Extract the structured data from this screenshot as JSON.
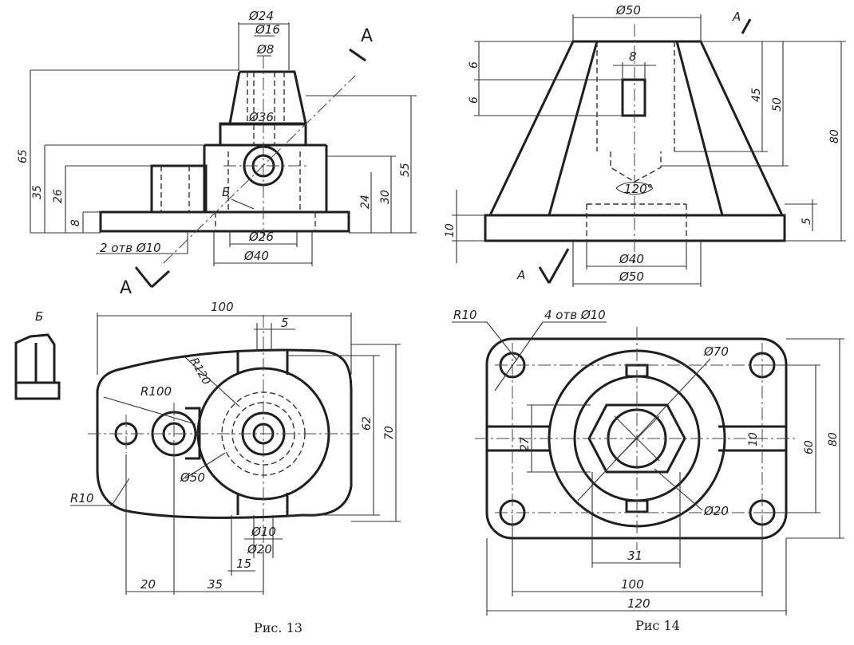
{
  "fig13": {
    "caption": "Рис. 13",
    "section_mark": "A",
    "view_mark": "Б",
    "front_dims": {
      "d24": "Ø24",
      "d16": "Ø16",
      "d8": "Ø8",
      "d36": "Ø36",
      "h65": "65",
      "h35": "35",
      "h26": "26",
      "h8": "8",
      "holes": "2 отв Ø10",
      "d26": "Ø26",
      "d40": "Ø40",
      "h55": "55",
      "h30": "30",
      "h24": "24"
    },
    "top_dims": {
      "w100": "100",
      "w5": "5",
      "r120": "R120",
      "r100": "R100",
      "r10": "R10",
      "d50": "Ø50",
      "h62": "62",
      "h70": "70",
      "d10": "Ø10",
      "d20": "Ø20",
      "w15": "15",
      "w20": "20",
      "w35": "35"
    }
  },
  "fig14": {
    "caption": "Рис 14",
    "section_mark": "A",
    "front_dims": {
      "d50top": "Ø50",
      "w8": "8",
      "h6a": "6",
      "h6b": "6",
      "h45": "45",
      "h50": "50",
      "h80": "80",
      "a120": "120°",
      "h10": "10",
      "h5": "5",
      "d40": "Ø40",
      "d50": "Ø50"
    },
    "top_dims": {
      "r10": "R10",
      "holes": "4 отв Ø10",
      "d70": "Ø70",
      "d20": "Ø20",
      "h27": "27",
      "h10": "10",
      "h60": "60",
      "h80": "80",
      "w31": "31",
      "w100": "100",
      "w120": "120"
    }
  }
}
